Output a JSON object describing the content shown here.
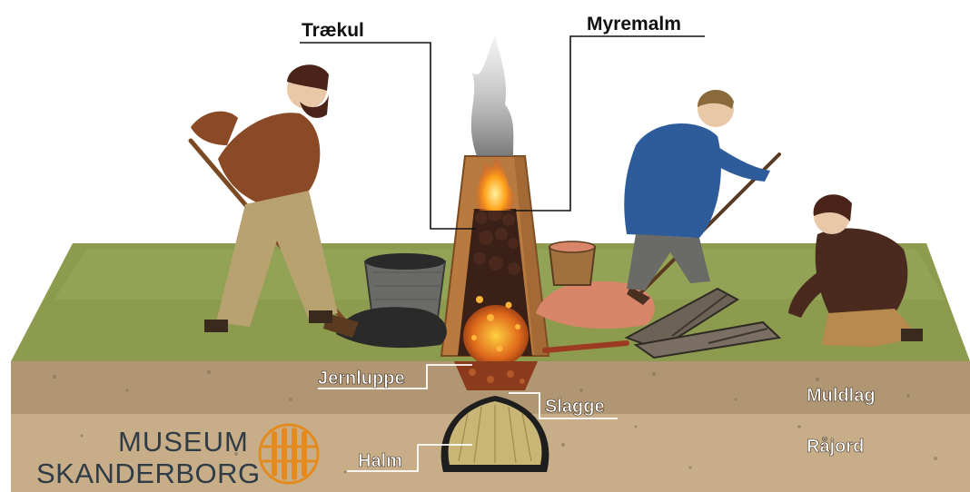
{
  "labels": {
    "traekul": "Trækul",
    "myremalm": "Myremalm",
    "jernluppe": "Jernluppe",
    "slagge": "Slagge",
    "halm": "Halm",
    "muldlag": "Muldlag",
    "raajord": "Råjord"
  },
  "logo": {
    "line1": "MUSEUM",
    "line2": "SKANDERBORG",
    "icon": "sun-emblem-icon"
  },
  "colors": {
    "grass": "#8a9a4c",
    "topsoil": "#b49a76",
    "subsoil": "#c9b08a",
    "furnace_clay": "#b9773c",
    "ore": "#d9856a",
    "charcoal": "#2a2a2a",
    "slag": "#8b3a1c",
    "logo_dark": "#2f3b45",
    "logo_orange": "#e58a1f",
    "label_text": "#ffffff",
    "callout_text": "#111111"
  }
}
